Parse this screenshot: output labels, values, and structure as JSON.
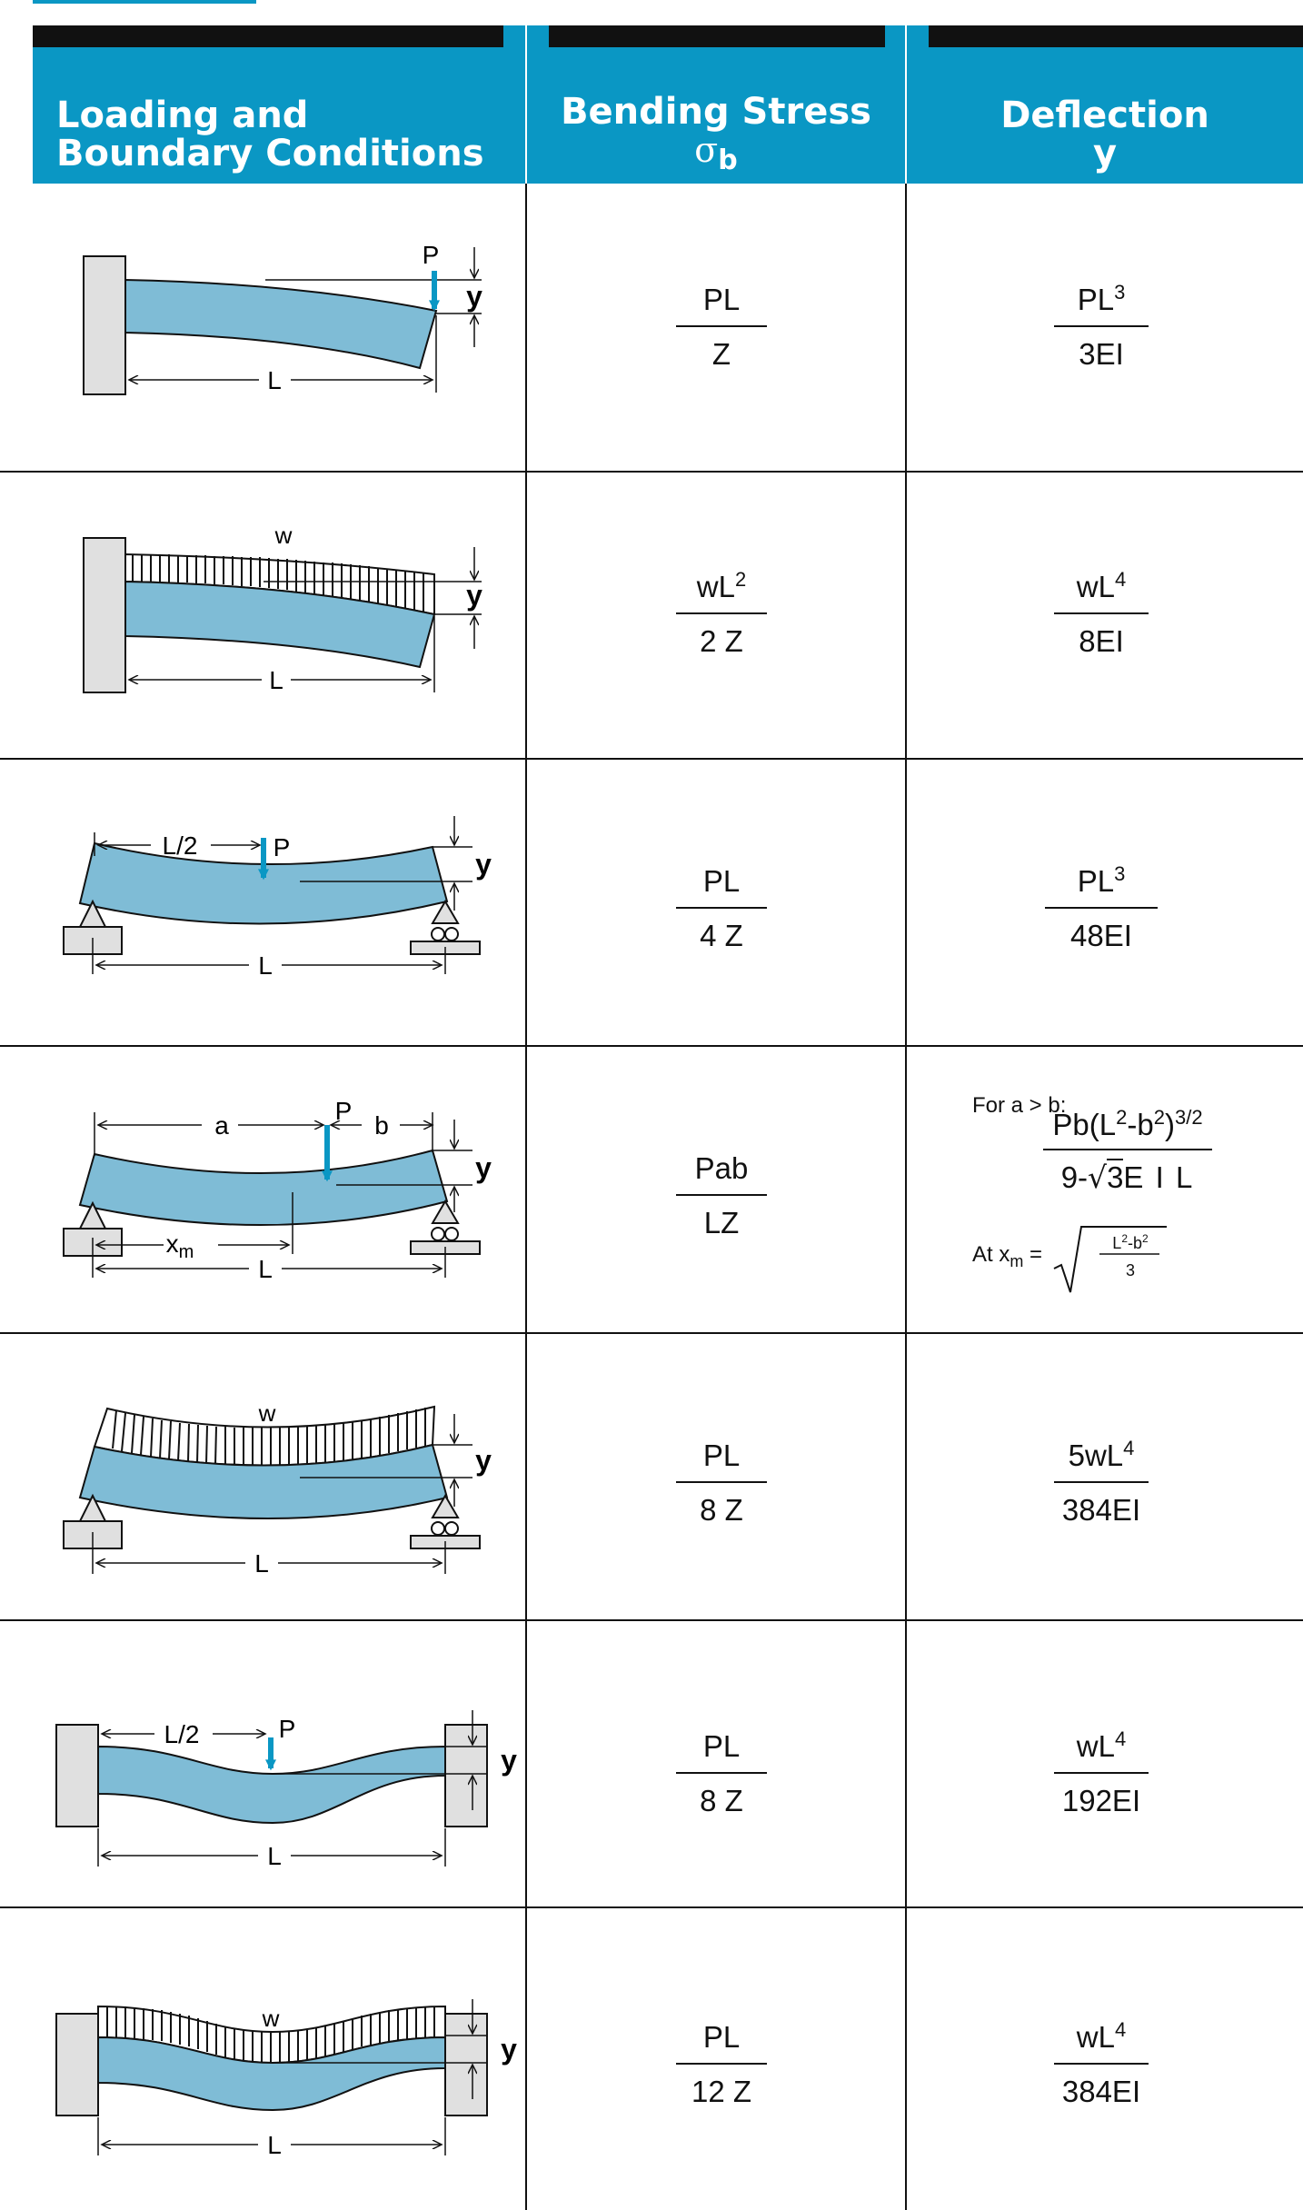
{
  "header": {
    "col1_line1": "Loading and",
    "col1_line2": "Boundary Conditions",
    "col2_line1": "Bending Stress",
    "col2_symbol": "σ",
    "col2_sub": "b",
    "col3_line1": "Deflection",
    "col3_line2": "y"
  },
  "colors": {
    "accent": "#0a97c4",
    "beam": "#7fbcd6",
    "support": "#e0e0e0"
  },
  "rows": [
    {
      "case": "cantilever-point-load-at-end",
      "labels": [
        "P",
        "y",
        "L"
      ],
      "stress_num": "PL",
      "stress_den": "Z",
      "defl_num": "PL",
      "defl_num_sup": "3",
      "defl_den": "3EI"
    },
    {
      "case": "cantilever-uniform-load",
      "labels": [
        "w",
        "y",
        "L"
      ],
      "stress_num": "wL",
      "stress_num_sup": "2",
      "stress_den": "2 Z",
      "defl_num": "wL",
      "defl_num_sup": "4",
      "defl_den": "8EI"
    },
    {
      "case": "simply-supported-center-load",
      "labels": [
        "L/2",
        "P",
        "y",
        "L"
      ],
      "stress_num": "PL",
      "stress_den": "4 Z",
      "defl_num": "PL",
      "defl_num_sup": "3",
      "defl_den": "48EI"
    },
    {
      "case": "simply-supported-offset-load",
      "labels": [
        "a",
        "P",
        "b",
        "y",
        "x",
        "m",
        "L"
      ],
      "stress_num": "Pab",
      "stress_den": "LZ",
      "defl_condition": "For a > b:",
      "defl_num": "Pb(L",
      "defl_num_sup1": "2",
      "defl_num_mid": "-b",
      "defl_num_sup2": "2",
      "defl_num_end": ")",
      "defl_num_sup3": "3/2",
      "defl_den_a": "9-",
      "defl_den_root": "3",
      "defl_den_b": "E I L",
      "at_label": "At x",
      "at_sub": "m",
      "at_eq": "=",
      "root_num": "L",
      "root_sup1": "2",
      "root_mid": "-b",
      "root_sup2": "2",
      "root_den": "3"
    },
    {
      "case": "simply-supported-uniform-load",
      "labels": [
        "w",
        "y",
        "L"
      ],
      "stress_num": "PL",
      "stress_den": "8 Z",
      "defl_num": "5wL",
      "defl_num_sup": "4",
      "defl_den": "384EI"
    },
    {
      "case": "fixed-both-ends-center-load",
      "labels": [
        "L/2",
        "P",
        "y",
        "L"
      ],
      "stress_num": "PL",
      "stress_den": "8 Z",
      "defl_num": "wL",
      "defl_num_sup": "4",
      "defl_den": "192EI"
    },
    {
      "case": "fixed-both-ends-uniform-load",
      "labels": [
        "w",
        "y",
        "L"
      ],
      "stress_num": "PL",
      "stress_den": "12 Z",
      "defl_num": "wL",
      "defl_num_sup": "4",
      "defl_den": "384EI"
    }
  ]
}
